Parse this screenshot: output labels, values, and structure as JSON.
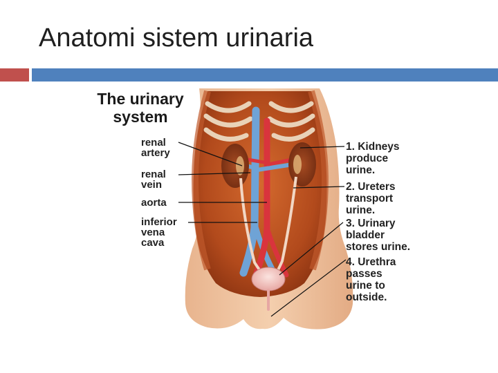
{
  "slide": {
    "title": "Anatomi sistem urinaria",
    "accent_colors": {
      "left_bar": "#c0504d",
      "right_bar": "#4f81bd"
    }
  },
  "figure": {
    "title": "The urinary\nsystem",
    "left_labels": [
      {
        "id": "renal-artery",
        "text": "renal\nartery"
      },
      {
        "id": "renal-vein",
        "text": "renal\nvein"
      },
      {
        "id": "aorta",
        "text": "aorta"
      },
      {
        "id": "inferior-vena-cava",
        "text": "inferior\nvena\ncava"
      }
    ],
    "right_labels": [
      {
        "id": "kidneys",
        "text": "1. Kidneys\n    produce\n    urine."
      },
      {
        "id": "ureters",
        "text": "2. Ureters\n    transport\n    urine."
      },
      {
        "id": "urinary-bladder",
        "text": "3. Urinary\n    bladder\n stores urine."
      },
      {
        "id": "urethra",
        "text": "4. Urethra\n    passes\n    urine to\n    outside."
      }
    ]
  }
}
